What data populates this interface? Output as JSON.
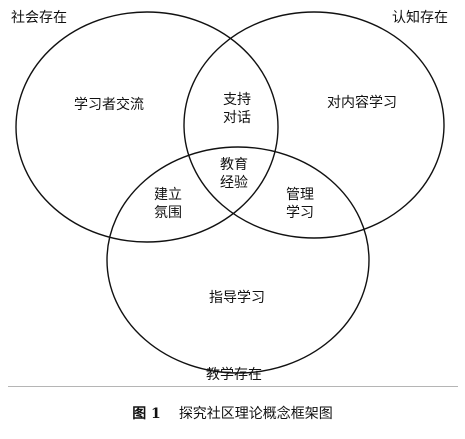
{
  "diagram": {
    "sets": {
      "social": "社会存在",
      "cognitive": "认知存在",
      "teaching": "教学存在"
    },
    "regions": {
      "social_only": "学习者交流",
      "cognitive_only": "对内容学习",
      "teaching_only": "指导学习",
      "social_cognitive": [
        "支持",
        "对话"
      ],
      "social_teaching": [
        "建立",
        "氛围"
      ],
      "cognitive_teaching": [
        "管理",
        "学习"
      ],
      "center": [
        "教育",
        "经验"
      ]
    }
  },
  "caption": {
    "number": "图 1",
    "text": "探究社区理论概念框架图"
  }
}
